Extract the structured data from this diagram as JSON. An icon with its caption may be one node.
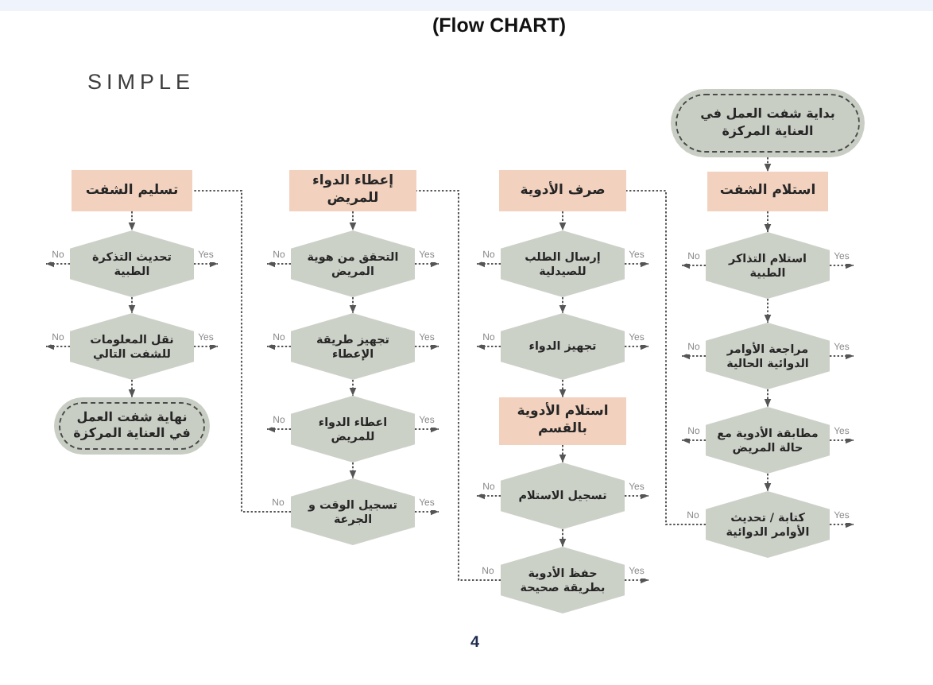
{
  "diagram": {
    "title": "(Flow CHART)",
    "nodes": [
      {
        "text": [
          "بداية شفت العمل في العناية المركزة"
        ]
      },
      {
        "text": [
          "استلام الشفت"
        ]
      },
      {
        "text": [
          "استلام التذاكر الطبية"
        ]
      },
      {
        "text": [
          "مراجعة الأوامر الدوائية الحالية"
        ]
      },
      {
        "text": [
          "مطابقة الأدوية مع حالة المريض"
        ]
      },
      {
        "text": [
          "كتابة / تحديث الأوامر الدوائية"
        ]
      },
      {
        "text": [
          "صرف الأدوية"
        ]
      },
      {
        "text": [
          "إرسال الطلب للصيدلية"
        ]
      },
      {
        "text": [
          "تجهيز الدواء"
        ]
      },
      {
        "text": [
          "استلام الأدوية بالقسم"
        ]
      },
      {
        "text": [
          "تسجيل الاستلام"
        ]
      },
      {
        "text": [
          "حفظ الأدوية بطريقة صحيحة"
        ]
      },
      {
        "text": [
          "إعطاء الدواء للمريض"
        ]
      },
      {
        "text": [
          "التحقق من هوية المريض"
        ]
      },
      {
        "text": [
          "تجهيز طريقة الإعطاء"
        ]
      },
      {
        "text": [
          "اعطاء الدواء للمريض"
        ]
      },
      {
        "text": [
          "تسجيل الوقت و الجرعة"
        ]
      },
      {
        "text": [
          "تسليم الشفت"
        ]
      },
      {
        "text": [
          "تحديث التذكرة الطبية"
        ]
      },
      {
        "text": [
          "نقل المعلومات للشفت التالي"
        ]
      },
      {
        "text": [
          "نهاية شفت العمل في العناية المركزة"
        ]
      }
    ],
    "edges": [
      {
        "from": 0,
        "to": 1,
        "arrow": "to"
      },
      {
        "from": 1,
        "to": 2,
        "arrow": "to"
      },
      {
        "from": 2,
        "to": null,
        "arrow": "to",
        "label": "No"
      },
      {
        "from": 2,
        "to": null,
        "arrow": "to",
        "label": "Yes"
      },
      {
        "from": 2,
        "to": 3,
        "arrow": "to"
      },
      {
        "from": 3,
        "to": null,
        "arrow": "to",
        "label": "No"
      },
      {
        "from": 3,
        "to": null,
        "arrow": "to",
        "label": "Yes"
      },
      {
        "from": 3,
        "to": 4,
        "arrow": "to"
      },
      {
        "from": 4,
        "to": null,
        "arrow": "to",
        "label": "No"
      },
      {
        "from": 4,
        "to": null,
        "arrow": "to",
        "label": "Yes"
      },
      {
        "from": 4,
        "to": 5,
        "arrow": "to"
      },
      {
        "from": 5,
        "to": 6,
        "arrow": "none",
        "label": "No"
      },
      {
        "from": 5,
        "to": null,
        "arrow": "to",
        "label": "Yes"
      },
      {
        "from": 6,
        "to": 7,
        "arrow": "to"
      },
      {
        "from": 7,
        "to": null,
        "arrow": "to",
        "label": "No"
      },
      {
        "from": 7,
        "to": null,
        "arrow": "to",
        "label": "Yes"
      },
      {
        "from": 7,
        "to": 8,
        "arrow": "to"
      },
      {
        "from": 8,
        "to": null,
        "arrow": "to",
        "label": "No"
      },
      {
        "from": 8,
        "to": null,
        "arrow": "to",
        "label": "Yes"
      },
      {
        "from": 8,
        "to": 9,
        "arrow": "to"
      },
      {
        "from": 9,
        "to": 10,
        "arrow": "to"
      },
      {
        "from": 10,
        "to": null,
        "arrow": "to",
        "label": "No"
      },
      {
        "from": 10,
        "to": null,
        "arrow": "to",
        "label": "Yes"
      },
      {
        "from": 10,
        "to": 11,
        "arrow": "to"
      },
      {
        "from": 11,
        "to": 12,
        "arrow": "none",
        "label": "No"
      },
      {
        "from": 11,
        "to": null,
        "arrow": "to",
        "label": "Yes"
      },
      {
        "from": 12,
        "to": 13,
        "arrow": "to"
      },
      {
        "from": 13,
        "to": null,
        "arrow": "to",
        "label": "No"
      },
      {
        "from": 13,
        "to": null,
        "arrow": "to",
        "label": "Yes"
      },
      {
        "from": 13,
        "to": 14,
        "arrow": "to"
      },
      {
        "from": 14,
        "to": null,
        "arrow": "to",
        "label": "No"
      },
      {
        "from": 14,
        "to": null,
        "arrow": "to",
        "label": "Yes"
      },
      {
        "from": 14,
        "to": 15,
        "arrow": "to"
      },
      {
        "from": 15,
        "to": null,
        "arrow": "to",
        "label": "No"
      },
      {
        "from": 15,
        "to": null,
        "arrow": "to",
        "label": "Yes"
      },
      {
        "from": 15,
        "to": 16,
        "arrow": "to"
      },
      {
        "from": 16,
        "to": 17,
        "arrow": "none",
        "label": "No"
      },
      {
        "from": 16,
        "to": null,
        "arrow": "to",
        "label": "Yes"
      },
      {
        "from": 17,
        "to": 18,
        "arrow": "to"
      },
      {
        "from": 18,
        "to": null,
        "arrow": "to",
        "label": "No"
      },
      {
        "from": 18,
        "to": null,
        "arrow": "to",
        "label": "Yes"
      },
      {
        "from": 18,
        "to": 19,
        "arrow": "to"
      },
      {
        "from": 19,
        "to": null,
        "arrow": "to",
        "label": "No"
      },
      {
        "from": 19,
        "to": null,
        "arrow": "to",
        "label": "Yes"
      },
      {
        "from": 19,
        "to": 20,
        "arrow": "to"
      }
    ],
    "labels": [
      "SIMPLE",
      "4"
    ]
  }
}
